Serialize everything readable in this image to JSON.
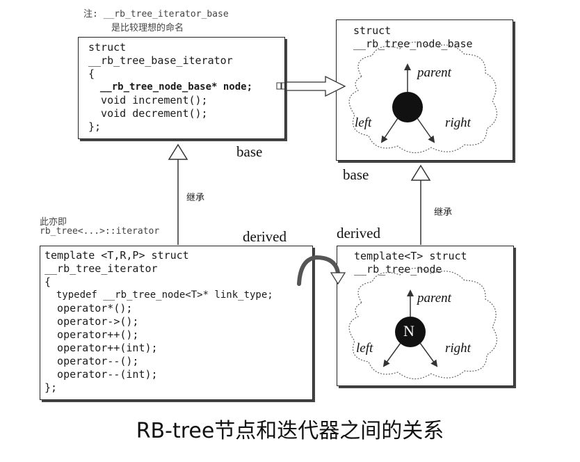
{
  "note_top": {
    "line1": "注: __rb_tree_iterator_base",
    "line2": "是比较理想的命名"
  },
  "base_iterator_box": {
    "lines": [
      "struct",
      "__rb_tree_base_iterator",
      "{",
      "  __rb_tree_node_base* node;",
      "  void increment();",
      "  void decrement();",
      "};"
    ]
  },
  "node_base_box": {
    "line1": "struct",
    "line2": "__rb_tree_node_base",
    "parent": "parent",
    "left": "left",
    "right": "right"
  },
  "iterator_box": {
    "lines": [
      "template <T,R,P> struct",
      "__rb_tree_iterator",
      "{",
      "  typedef __rb_tree_node<T>* link_type;",
      "  operator*();",
      "  operator->();",
      "  operator++();",
      "  operator++(int);",
      "  operator--();",
      "  operator--(int);",
      "};"
    ]
  },
  "node_box": {
    "line1": "template<T> struct",
    "line2": "__rb_tree_node",
    "parent": "parent",
    "left": "left",
    "right": "right",
    "node_label": "N"
  },
  "labels": {
    "base_left": "base",
    "base_right": "base",
    "derived_left": "derived",
    "derived_right": "derived",
    "inherit_left": "继承",
    "inherit_right": "继承",
    "alias_line1": "此亦即",
    "alias_line2": "rb_tree<...>::iterator"
  },
  "caption": "RB-tree节点和迭代器之间的关系"
}
